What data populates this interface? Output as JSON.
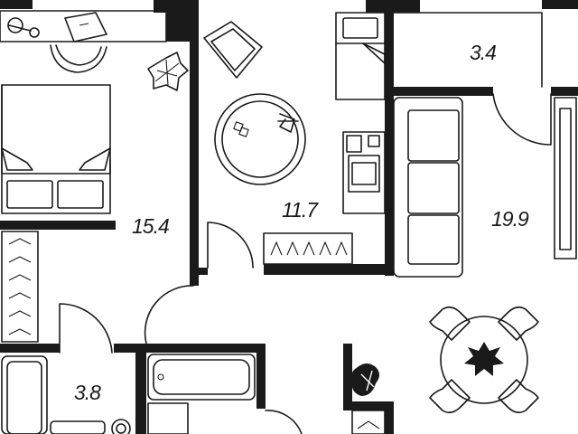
{
  "plan": {
    "rooms": [
      {
        "id": "bedroom",
        "area": "15.4"
      },
      {
        "id": "room",
        "area": "11.7"
      },
      {
        "id": "balcony",
        "area": "3.4"
      },
      {
        "id": "living-kitchen",
        "area": "19.9"
      },
      {
        "id": "bathroom",
        "area": "3.8"
      }
    ],
    "colors": {
      "wall": "#1a1a1a",
      "background": "#ffffff"
    }
  }
}
